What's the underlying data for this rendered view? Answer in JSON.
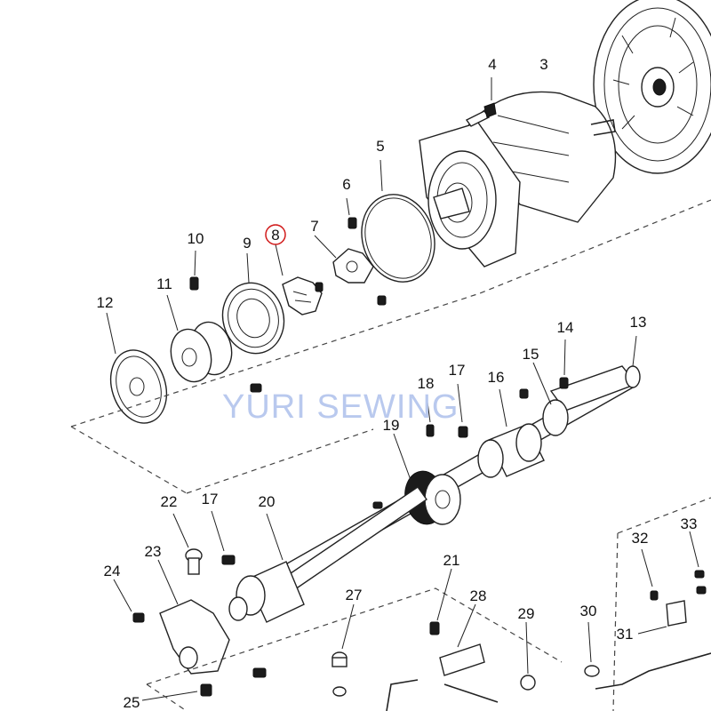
{
  "watermark": "YURI SEWING",
  "highlight_color": "#d11a1a",
  "watermark_color": "#b9c9ee",
  "parts": [
    {
      "id": "p1",
      "label": "3"
    },
    {
      "id": "p2",
      "label": "4"
    },
    {
      "id": "p3",
      "label": "5"
    },
    {
      "id": "p4",
      "label": "6"
    },
    {
      "id": "p5",
      "label": "7"
    },
    {
      "id": "p6",
      "label": "8",
      "highlighted": true
    },
    {
      "id": "p7",
      "label": "9"
    },
    {
      "id": "p8",
      "label": "10"
    },
    {
      "id": "p9",
      "label": "11"
    },
    {
      "id": "p10",
      "label": "12"
    },
    {
      "id": "p11",
      "label": "13"
    },
    {
      "id": "p12",
      "label": "14"
    },
    {
      "id": "p13",
      "label": "15"
    },
    {
      "id": "p14",
      "label": "16"
    },
    {
      "id": "p15",
      "label": "17"
    },
    {
      "id": "p16",
      "label": "18"
    },
    {
      "id": "p17",
      "label": "19"
    },
    {
      "id": "p18",
      "label": "20"
    },
    {
      "id": "p19",
      "label": "17"
    },
    {
      "id": "p20",
      "label": "22"
    },
    {
      "id": "p21",
      "label": "23"
    },
    {
      "id": "p22",
      "label": "24"
    },
    {
      "id": "p23",
      "label": "25"
    },
    {
      "id": "p24",
      "label": "21"
    },
    {
      "id": "p25",
      "label": "27"
    },
    {
      "id": "p26",
      "label": "28"
    },
    {
      "id": "p27",
      "label": "29"
    },
    {
      "id": "p28",
      "label": "30"
    },
    {
      "id": "p29",
      "label": "31"
    },
    {
      "id": "p30",
      "label": "32"
    },
    {
      "id": "p31",
      "label": "33"
    }
  ]
}
